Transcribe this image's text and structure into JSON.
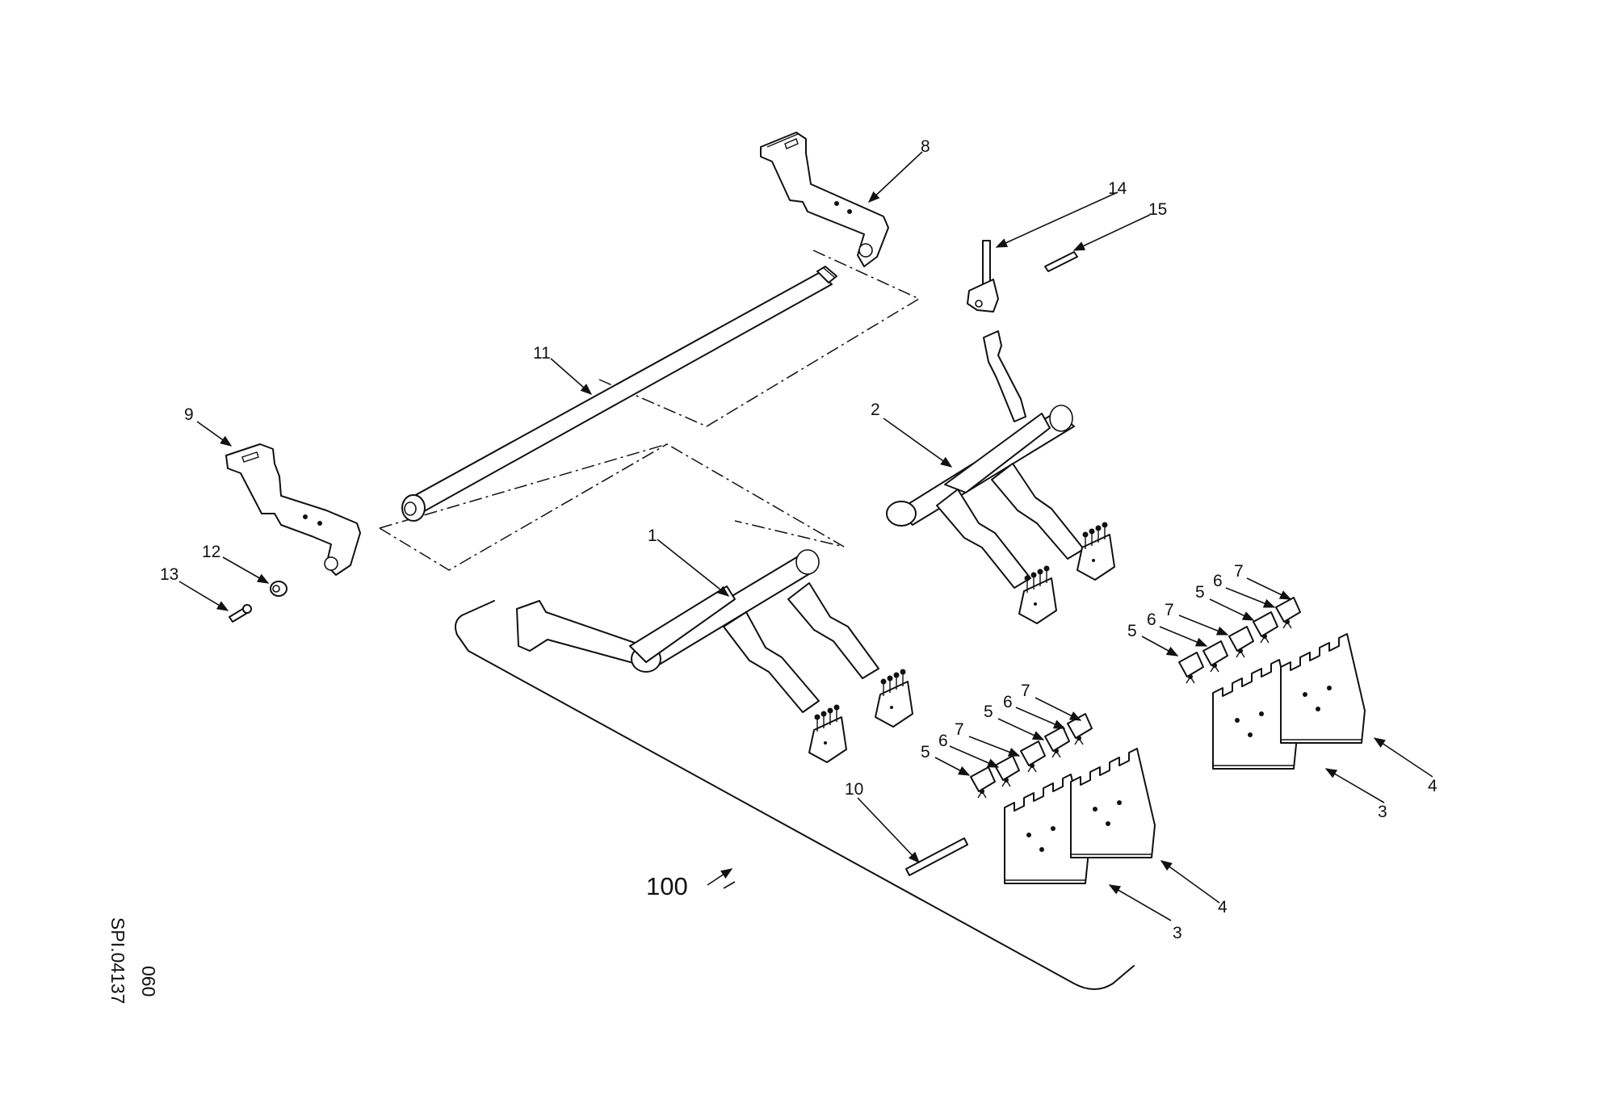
{
  "callouts": {
    "c1": "1",
    "c2": "2",
    "c3a": "3",
    "c3b": "3",
    "c4a": "4",
    "c4b": "4",
    "c5a": "5",
    "c5b": "5",
    "c5c": "5",
    "c5d": "5",
    "c6a": "6",
    "c6b": "6",
    "c6c": "6",
    "c6d": "6",
    "c7a": "7",
    "c7b": "7",
    "c7c": "7",
    "c7d": "7",
    "c8": "8",
    "c9": "9",
    "c10": "10",
    "c11": "11",
    "c12": "12",
    "c13": "13",
    "c14": "14",
    "c15": "15",
    "c100": "100"
  },
  "reference": {
    "sheet": "SPI.04137",
    "code": "060"
  }
}
